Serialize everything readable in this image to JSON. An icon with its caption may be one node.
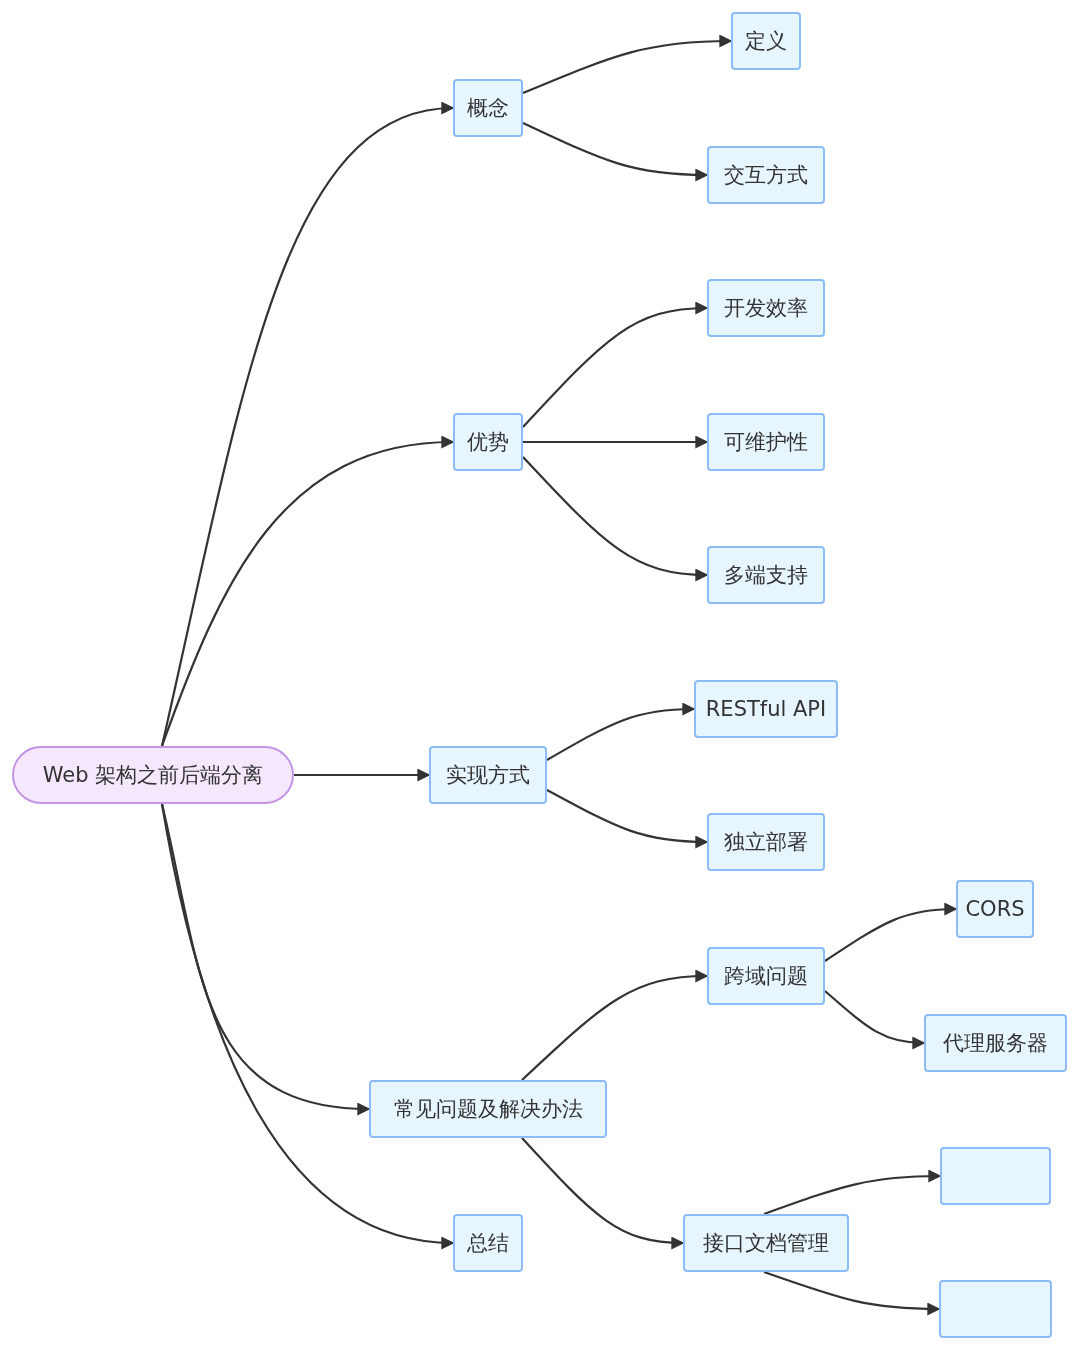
{
  "diagram": {
    "nodes": [
      {
        "text": [
          "Web 架构之前后端分离"
        ]
      },
      {
        "text": [
          "概念"
        ]
      },
      {
        "text": [
          "定义"
        ]
      },
      {
        "text": [
          "交互方式"
        ]
      },
      {
        "text": [
          "优势"
        ]
      },
      {
        "text": [
          "开发效率"
        ]
      },
      {
        "text": [
          "可维护性"
        ]
      },
      {
        "text": [
          "多端支持"
        ]
      },
      {
        "text": [
          "实现方式"
        ]
      },
      {
        "text": [
          "RESTful API"
        ]
      },
      {
        "text": [
          "独立部署"
        ]
      },
      {
        "text": [
          "常见问题及解决办法"
        ]
      },
      {
        "text": [
          "跨域问题"
        ]
      },
      {
        "text": [
          "CORS"
        ]
      },
      {
        "text": [
          "代理服务器"
        ]
      },
      {
        "text": [
          "接口文档管理"
        ]
      },
      {
        "text": [],
        "shape": "box"
      },
      {
        "text": [],
        "shape": "box"
      },
      {
        "text": [
          "总结"
        ]
      }
    ],
    "edges": [
      {
        "from": 0,
        "to": 1,
        "arrow": "to"
      },
      {
        "from": 0,
        "to": 4,
        "arrow": "to"
      },
      {
        "from": 0,
        "to": 8,
        "arrow": "to"
      },
      {
        "from": 0,
        "to": 11,
        "arrow": "to"
      },
      {
        "from": 0,
        "to": 18,
        "arrow": "to"
      },
      {
        "from": 1,
        "to": 2,
        "arrow": "to"
      },
      {
        "from": 1,
        "to": 3,
        "arrow": "to"
      },
      {
        "from": 4,
        "to": 5,
        "arrow": "to"
      },
      {
        "from": 4,
        "to": 6,
        "arrow": "to"
      },
      {
        "from": 4,
        "to": 7,
        "arrow": "to"
      },
      {
        "from": 8,
        "to": 9,
        "arrow": "to"
      },
      {
        "from": 8,
        "to": 10,
        "arrow": "to"
      },
      {
        "from": 11,
        "to": 12,
        "arrow": "to"
      },
      {
        "from": 11,
        "to": 15,
        "arrow": "to"
      },
      {
        "from": 12,
        "to": 13,
        "arrow": "to"
      },
      {
        "from": 12,
        "to": 14,
        "arrow": "to"
      },
      {
        "from": 15,
        "to": 16,
        "arrow": "to"
      },
      {
        "from": 15,
        "to": 17,
        "arrow": "to"
      }
    ]
  }
}
